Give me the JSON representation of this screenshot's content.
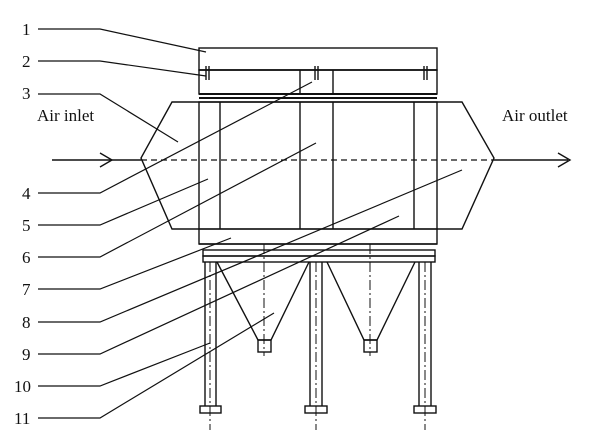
{
  "labels": {
    "air_inlet": "Air inlet",
    "air_outlet": "Air outlet"
  },
  "callouts": [
    "1",
    "2",
    "3",
    "4",
    "5",
    "6",
    "7",
    "8",
    "9",
    "10",
    "11"
  ]
}
